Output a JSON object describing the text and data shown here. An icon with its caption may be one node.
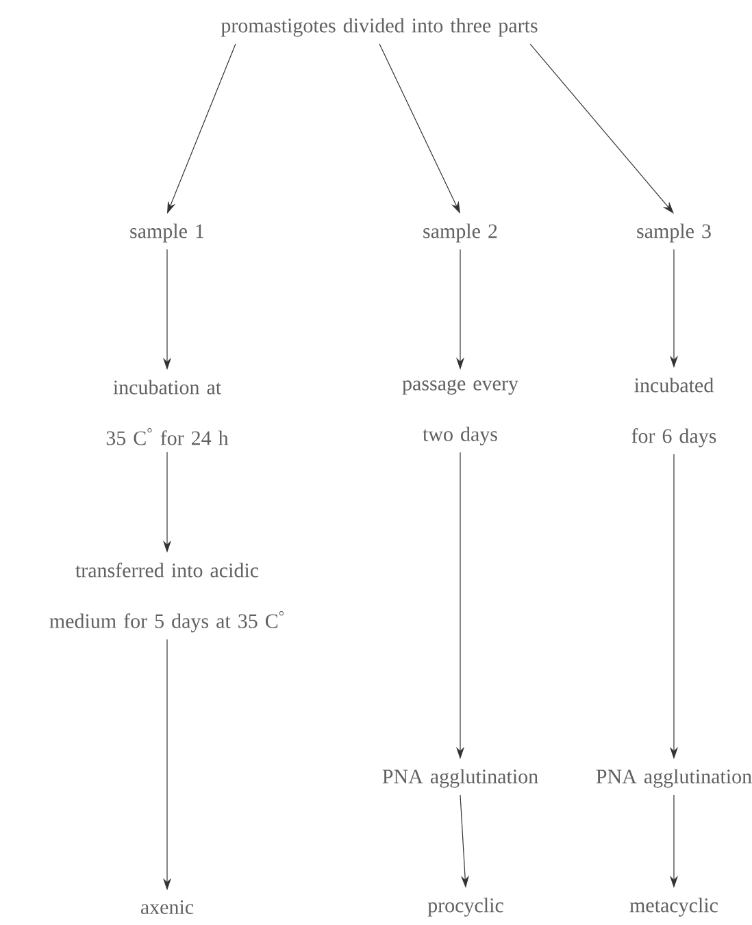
{
  "diagram": {
    "nodes": [
      {
        "text": [
          "promastigotes divided into three parts"
        ]
      },
      {
        "text": [
          "sample 1"
        ]
      },
      {
        "text": [
          "sample 2"
        ]
      },
      {
        "text": [
          "sample 3"
        ]
      },
      {
        "text": [
          "incubation at 35 C$^{°}$ for 24 h"
        ]
      },
      {
        "text": [
          "passage every two days"
        ]
      },
      {
        "text": [
          "incubated for 6 days"
        ]
      },
      {
        "text": [
          "transferred into acidic medium for 5 days at 35 C$^{°}$"
        ]
      },
      {
        "text": [
          "PNA agglutination"
        ]
      },
      {
        "text": [
          "PNA agglutination"
        ]
      },
      {
        "text": [
          "axenic"
        ]
      },
      {
        "text": [
          "procyclic"
        ]
      },
      {
        "text": [
          "metacyclic"
        ]
      }
    ],
    "edges": [
      {
        "from": 0,
        "to": 1,
        "arrow": "to"
      },
      {
        "from": 0,
        "to": 2,
        "arrow": "to"
      },
      {
        "from": 0,
        "to": 3,
        "arrow": "to"
      },
      {
        "from": 1,
        "to": 4,
        "arrow": "to"
      },
      {
        "from": 2,
        "to": 5,
        "arrow": "to"
      },
      {
        "from": 3,
        "to": 6,
        "arrow": "to"
      },
      {
        "from": 4,
        "to": 7,
        "arrow": "to"
      },
      {
        "from": 7,
        "to": 10,
        "arrow": "to"
      },
      {
        "from": 5,
        "to": 8,
        "arrow": "to"
      },
      {
        "from": 6,
        "to": 9,
        "arrow": "to"
      },
      {
        "from": 8,
        "to": 11,
        "arrow": "to"
      },
      {
        "from": 9,
        "to": 12,
        "arrow": "to"
      }
    ]
  }
}
